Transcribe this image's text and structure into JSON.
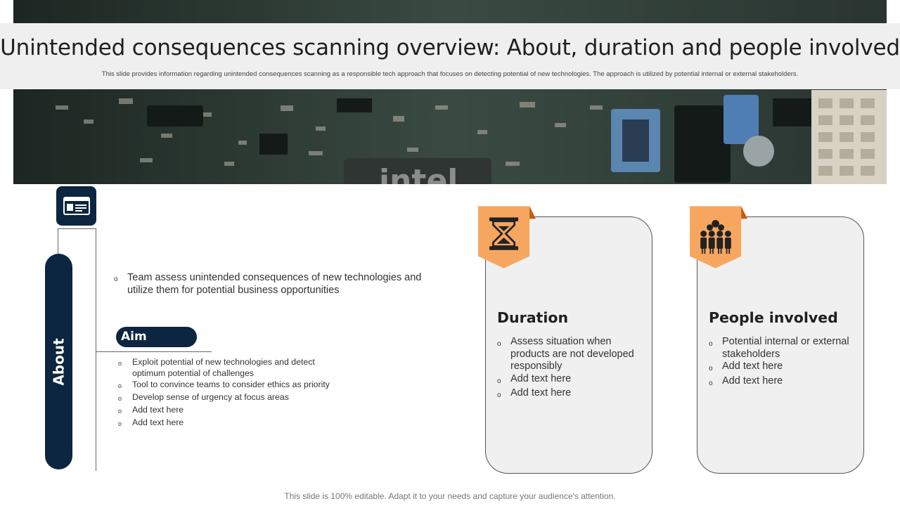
{
  "header": {
    "title": "Unintended consequences scanning overview: About, duration and people involved",
    "subtitle": "This slide provides information regarding unintended consequences scanning as a responsible tech approach that focuses on detecting potential of new technologies. The approach is utilized by potential internal or external stakeholders."
  },
  "banner": {
    "chip_text": "intel"
  },
  "about": {
    "label": "About",
    "icon": "id-card-icon",
    "description": "Team assess unintended consequences of new technologies and utilize them for potential business opportunities",
    "aim": {
      "label": "Aim",
      "items": [
        "Exploit potential of new technologies and detect optimum potential of challenges",
        "Tool to convince teams to consider ethics as priority",
        "Develop sense of urgency at focus areas",
        "Add text here",
        "Add text here"
      ]
    }
  },
  "duration": {
    "title": "Duration",
    "icon": "hourglass-icon",
    "items": [
      "Assess situation when products are not developed responsibly",
      "Add text here",
      "Add text here"
    ]
  },
  "people": {
    "title": "People involved",
    "icon": "people-group-icon",
    "items": [
      "Potential internal or external stakeholders",
      "Add text here",
      "Add text here"
    ]
  },
  "footer": {
    "text": "This slide is 100% editable. Adapt it to your needs and capture your audience's attention."
  },
  "colors": {
    "navy": "#0c2540",
    "orange": "#f7a660",
    "orange_dark": "#c55a11",
    "card_bg": "#f0f0f0"
  }
}
